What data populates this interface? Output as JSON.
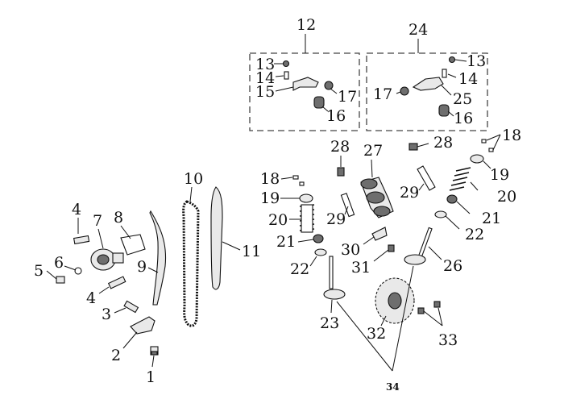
{
  "diagram": {
    "callouts": [
      "1",
      "2",
      "3",
      "4",
      "5",
      "6",
      "7",
      "8",
      "9",
      "10",
      "11",
      "12",
      "13",
      "14",
      "15",
      "16",
      "17",
      "18",
      "19",
      "20",
      "21",
      "22",
      "23",
      "24",
      "25",
      "26",
      "27",
      "28",
      "29",
      "30",
      "31",
      "32",
      "33",
      "34"
    ]
  }
}
